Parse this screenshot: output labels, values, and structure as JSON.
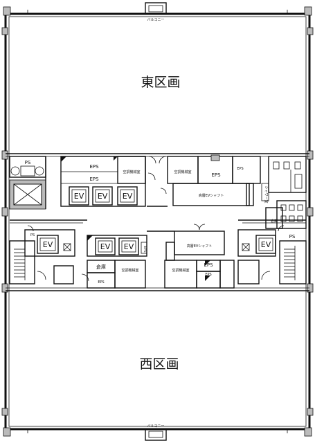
{
  "labels": {
    "east_zone": "東区画",
    "west_zone": "西区画",
    "balcony_top": "バルコニー",
    "balcony_bottom": "バルコニー",
    "ps": "PS",
    "eps": "EPS",
    "ev": "EV",
    "ac_room": "空調機械室",
    "high_ev_shaft": "高層EVシャフト",
    "storage": "倉庫",
    "shower": "シャワー室"
  }
}
